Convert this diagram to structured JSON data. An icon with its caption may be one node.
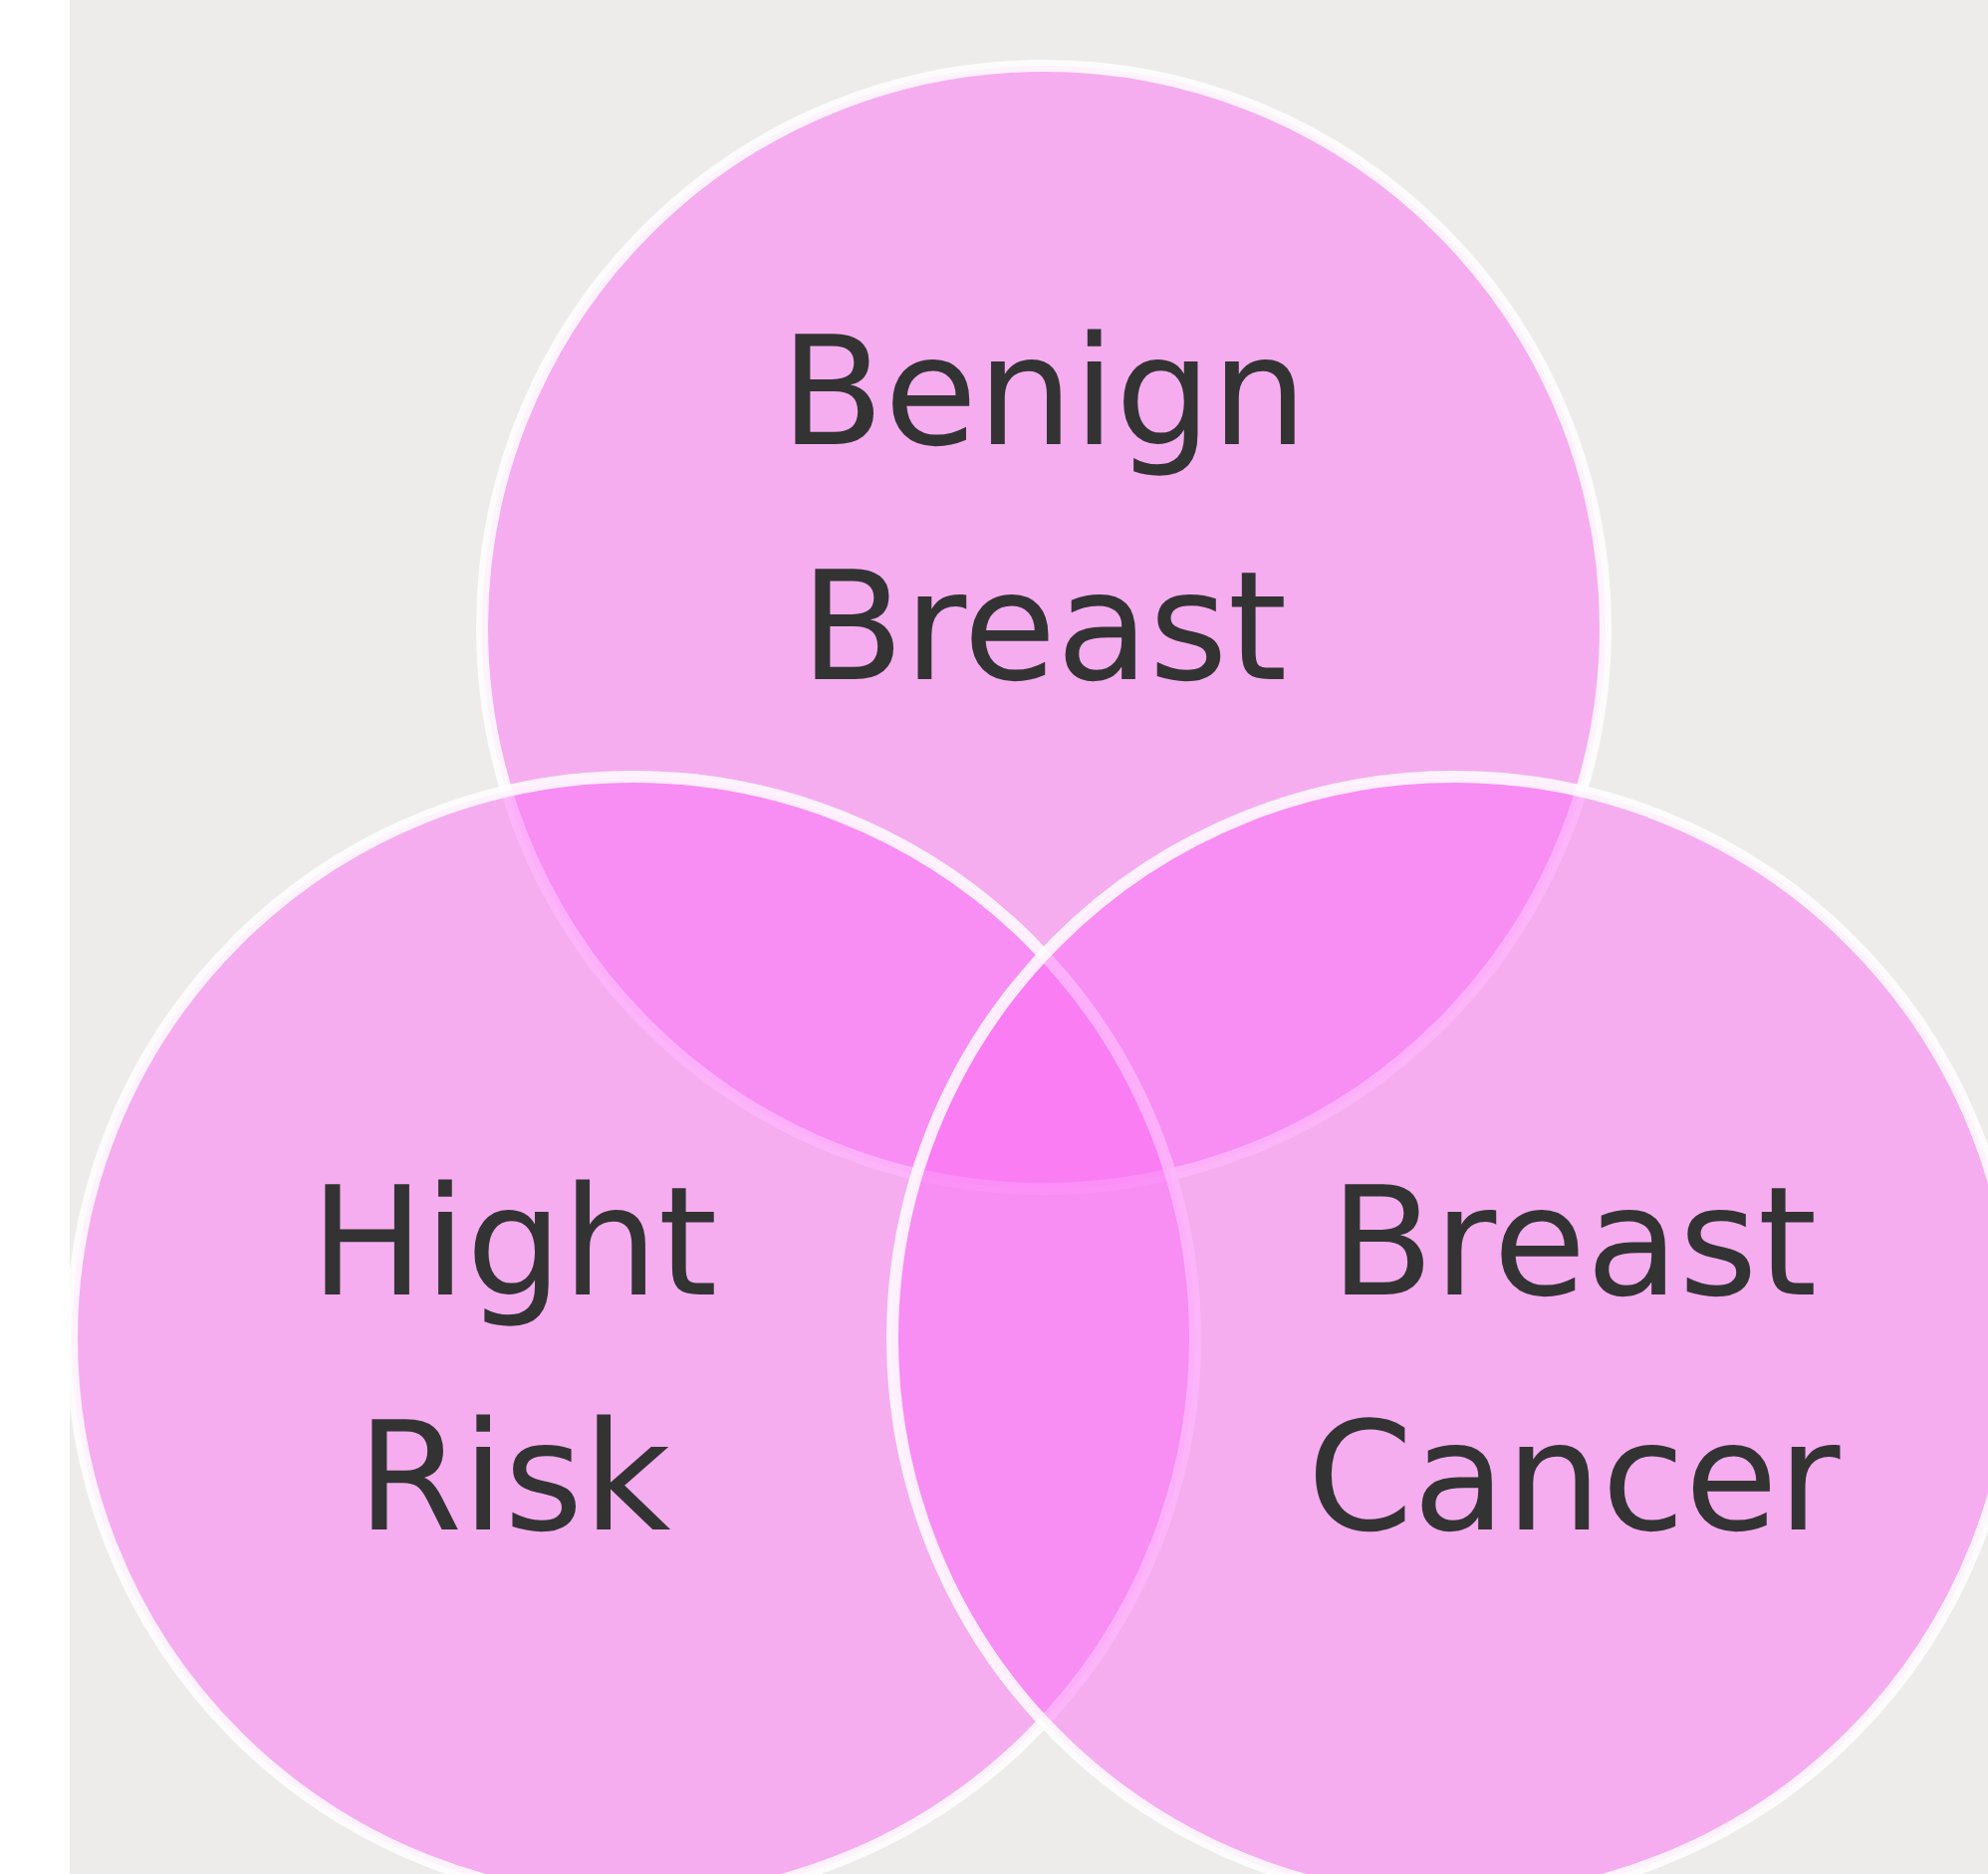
{
  "diagram": {
    "nodes": [
      {
        "text": [
          "Benign Breast"
        ]
      },
      {
        "text": [
          "Hight Risk"
        ]
      },
      {
        "text": [
          "Breast Cancer"
        ]
      }
    ]
  }
}
